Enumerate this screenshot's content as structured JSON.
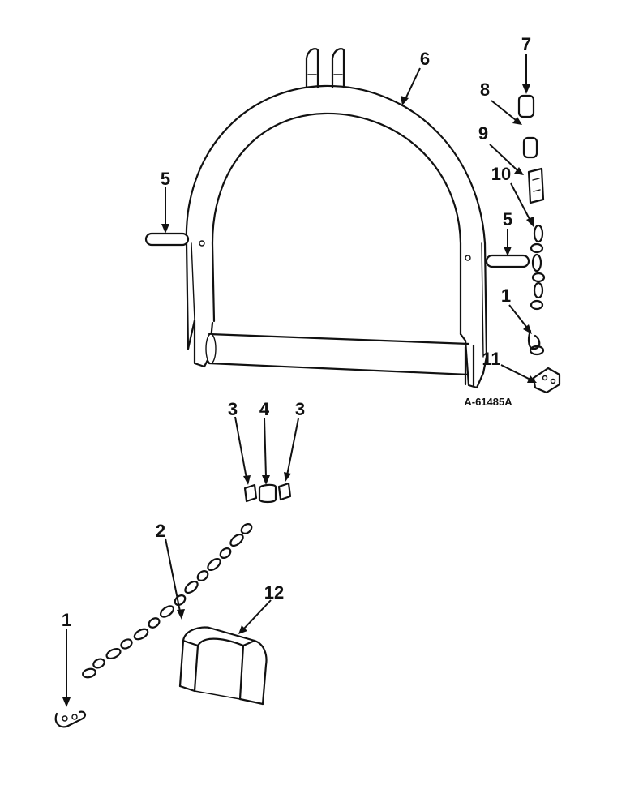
{
  "drawing_code": "A-61485A",
  "callouts": [
    {
      "id": "c7",
      "text": "7"
    },
    {
      "id": "c6",
      "text": "6"
    },
    {
      "id": "c8",
      "text": "8"
    },
    {
      "id": "c9",
      "text": "9"
    },
    {
      "id": "c10",
      "text": "10"
    },
    {
      "id": "c5l",
      "text": "5"
    },
    {
      "id": "c5r",
      "text": "5"
    },
    {
      "id": "c1r",
      "text": "1"
    },
    {
      "id": "c11",
      "text": "11"
    },
    {
      "id": "c3l",
      "text": "3"
    },
    {
      "id": "c4",
      "text": "4"
    },
    {
      "id": "c3r",
      "text": "3"
    },
    {
      "id": "c2",
      "text": "2"
    },
    {
      "id": "c12",
      "text": "12"
    },
    {
      "id": "c1l",
      "text": "1"
    }
  ]
}
